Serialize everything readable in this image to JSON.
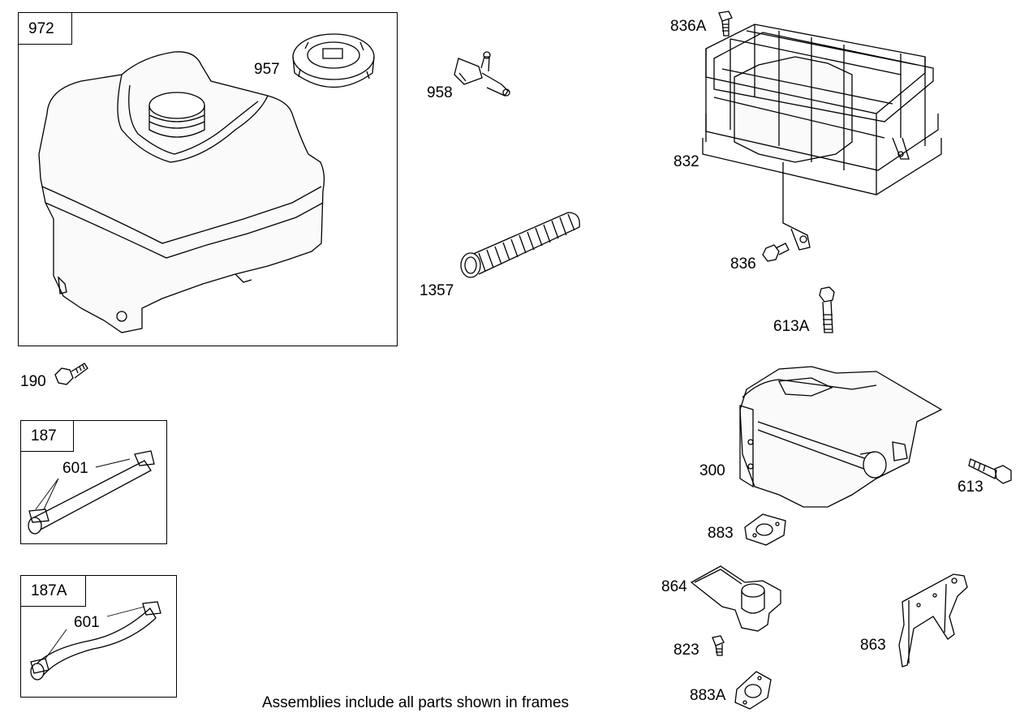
{
  "frames": {
    "tank": "972",
    "fuel_line": "187",
    "fuel_line_alt": "187A"
  },
  "parts": {
    "cap": "957",
    "fitting": "958",
    "hose": "1357",
    "bolt_190": "190",
    "clamp_187": "601",
    "clamp_187a": "601",
    "screw_836a": "836A",
    "guard": "832",
    "screw_836": "836",
    "bolt_613a": "613A",
    "muffler": "300",
    "bolt_613": "613",
    "gasket_883": "883",
    "bracket_864": "864",
    "screw_823": "823",
    "bracket_863": "863",
    "gasket_883a": "883A"
  },
  "footer_note": "Assemblies include all parts shown in frames"
}
